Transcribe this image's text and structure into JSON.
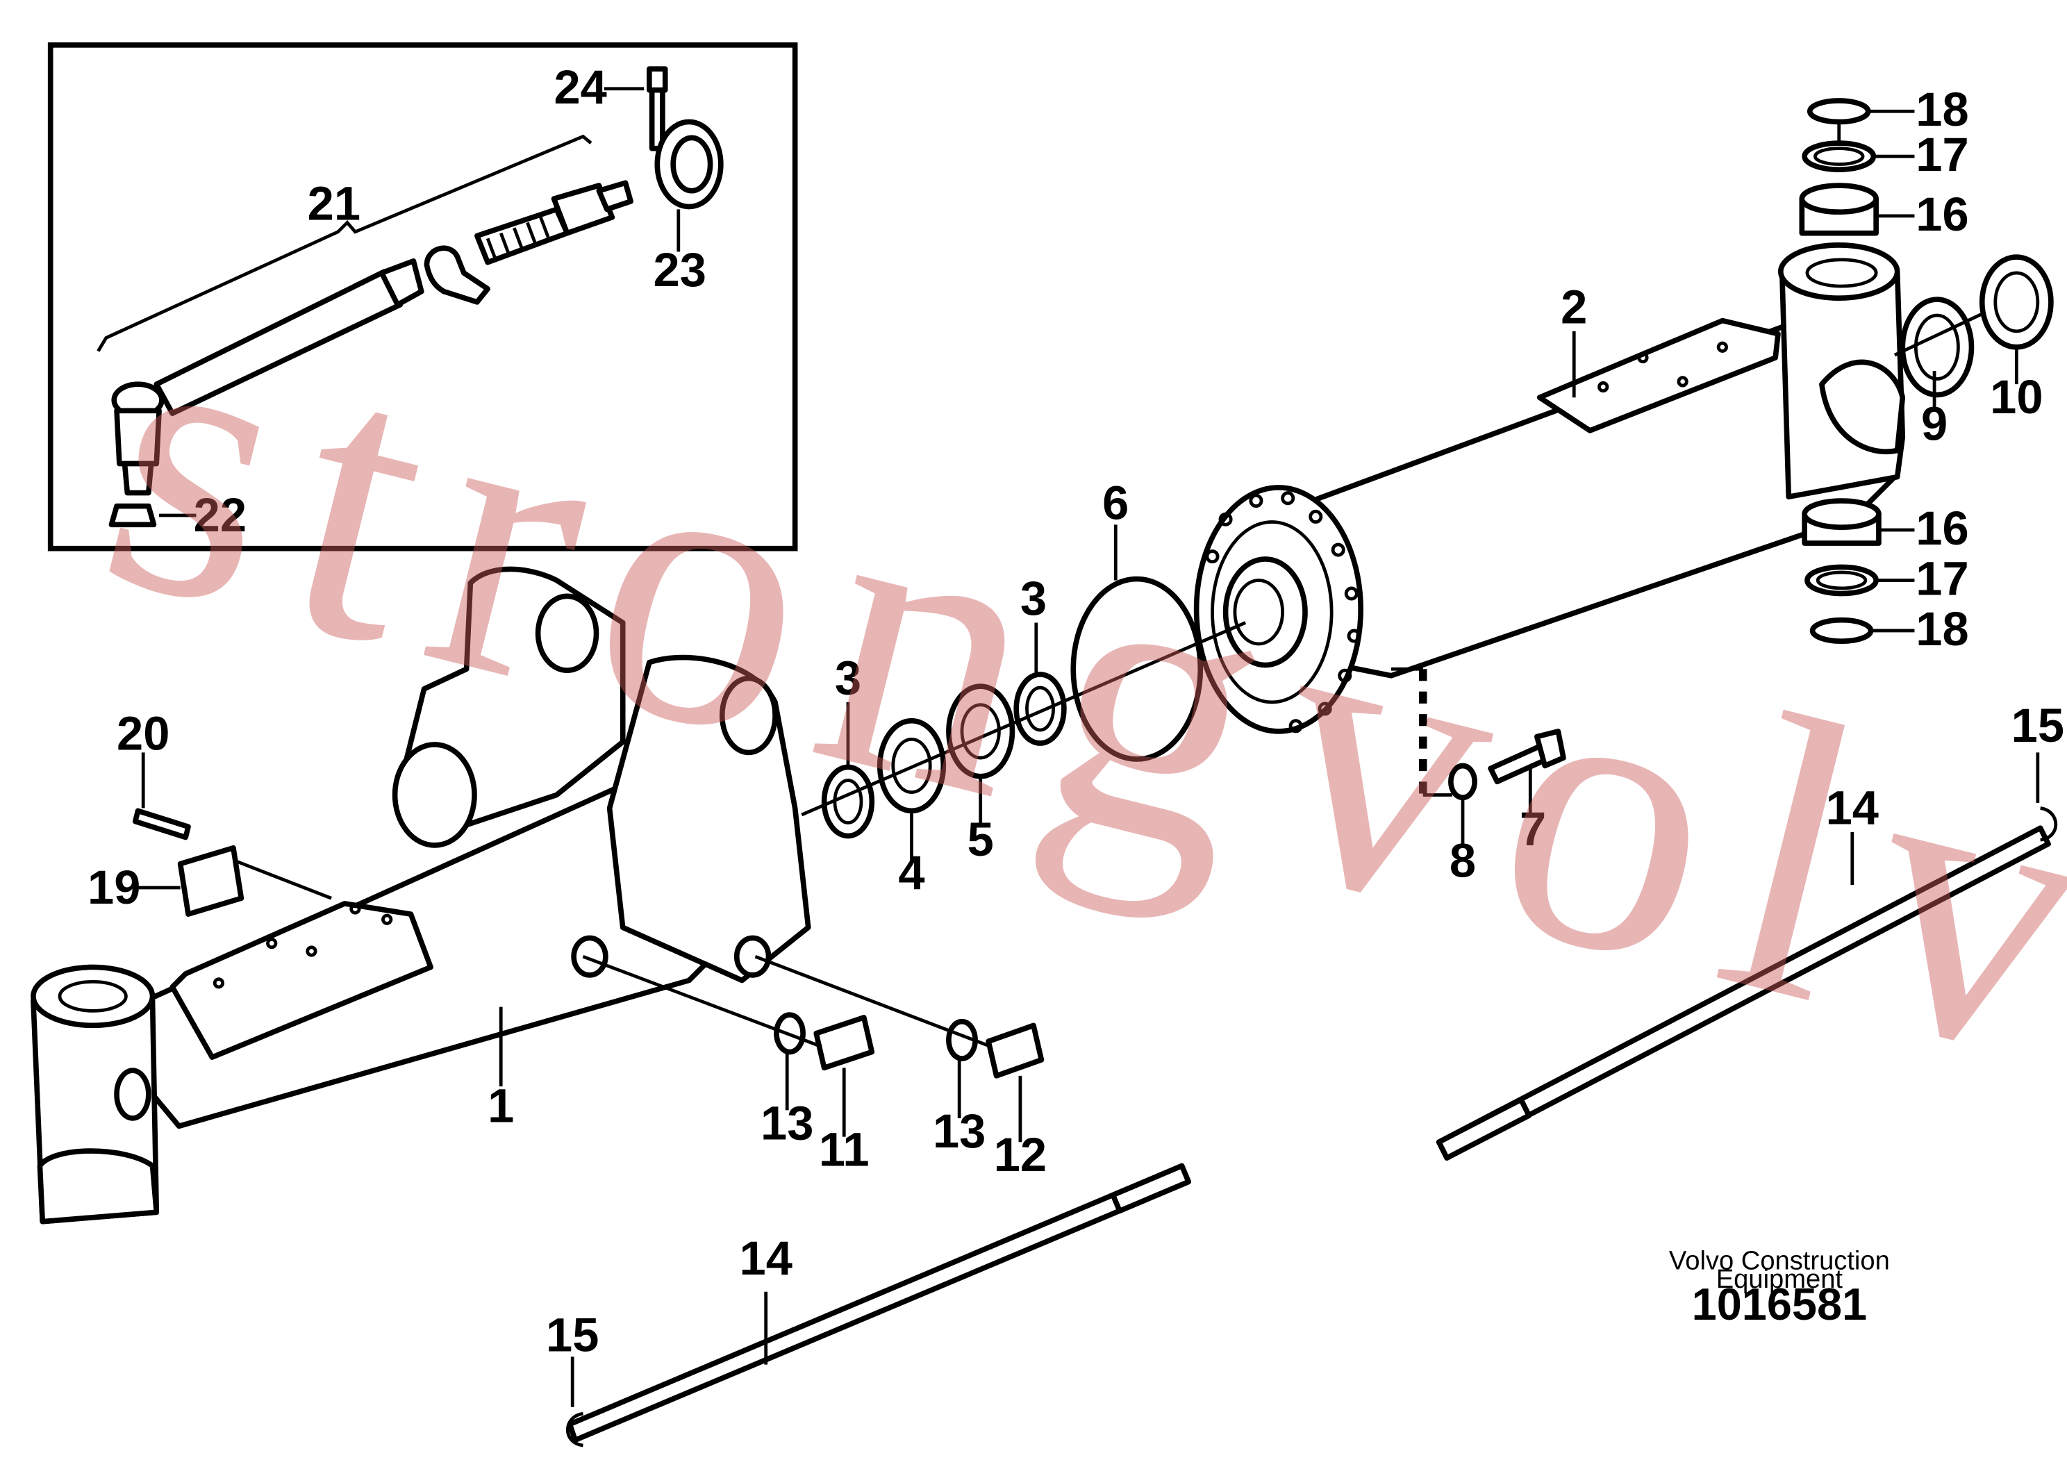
{
  "watermark": "strongvolvo.com",
  "footer": {
    "manufacturer_line1": "Volvo Construction",
    "manufacturer_line2": "Equipment",
    "drawing_number": "1016581"
  },
  "callouts": {
    "c1": "1",
    "c2": "2",
    "c3a": "3",
    "c3b": "3",
    "c4": "4",
    "c5": "5",
    "c6": "6",
    "c7": "7",
    "c8": "8",
    "c9": "9",
    "c10": "10",
    "c11": "11",
    "c12": "12",
    "c13a": "13",
    "c13b": "13",
    "c14a": "14",
    "c14b": "14",
    "c15a": "15",
    "c15b": "15",
    "c16a": "16",
    "c16b": "16",
    "c17a": "17",
    "c17b": "17",
    "c18a": "18",
    "c18b": "18",
    "c19": "19",
    "c20": "20",
    "c21": "21",
    "c22": "22",
    "c23": "23",
    "c24": "24"
  }
}
